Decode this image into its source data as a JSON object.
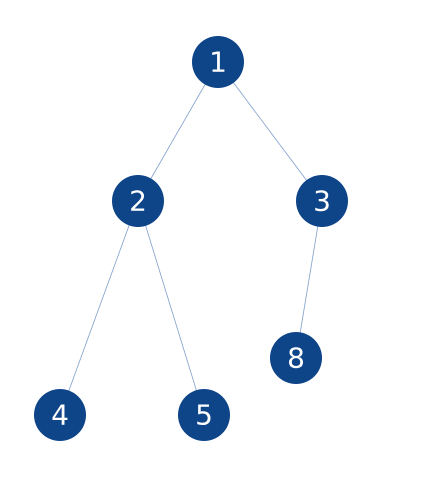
{
  "tree": {
    "node_color": "#0e4488",
    "edge_color": "#7f9fcc",
    "label_color": "#ffffff",
    "nodes": [
      {
        "id": "n1",
        "label": "1"
      },
      {
        "id": "n2",
        "label": "2"
      },
      {
        "id": "n3",
        "label": "3"
      },
      {
        "id": "n4",
        "label": "4"
      },
      {
        "id": "n5",
        "label": "5"
      },
      {
        "id": "n8",
        "label": "8"
      }
    ],
    "edges": [
      {
        "from": "n1",
        "to": "n2"
      },
      {
        "from": "n1",
        "to": "n3"
      },
      {
        "from": "n2",
        "to": "n4"
      },
      {
        "from": "n2",
        "to": "n5"
      },
      {
        "from": "n3",
        "to": "n8"
      }
    ]
  }
}
